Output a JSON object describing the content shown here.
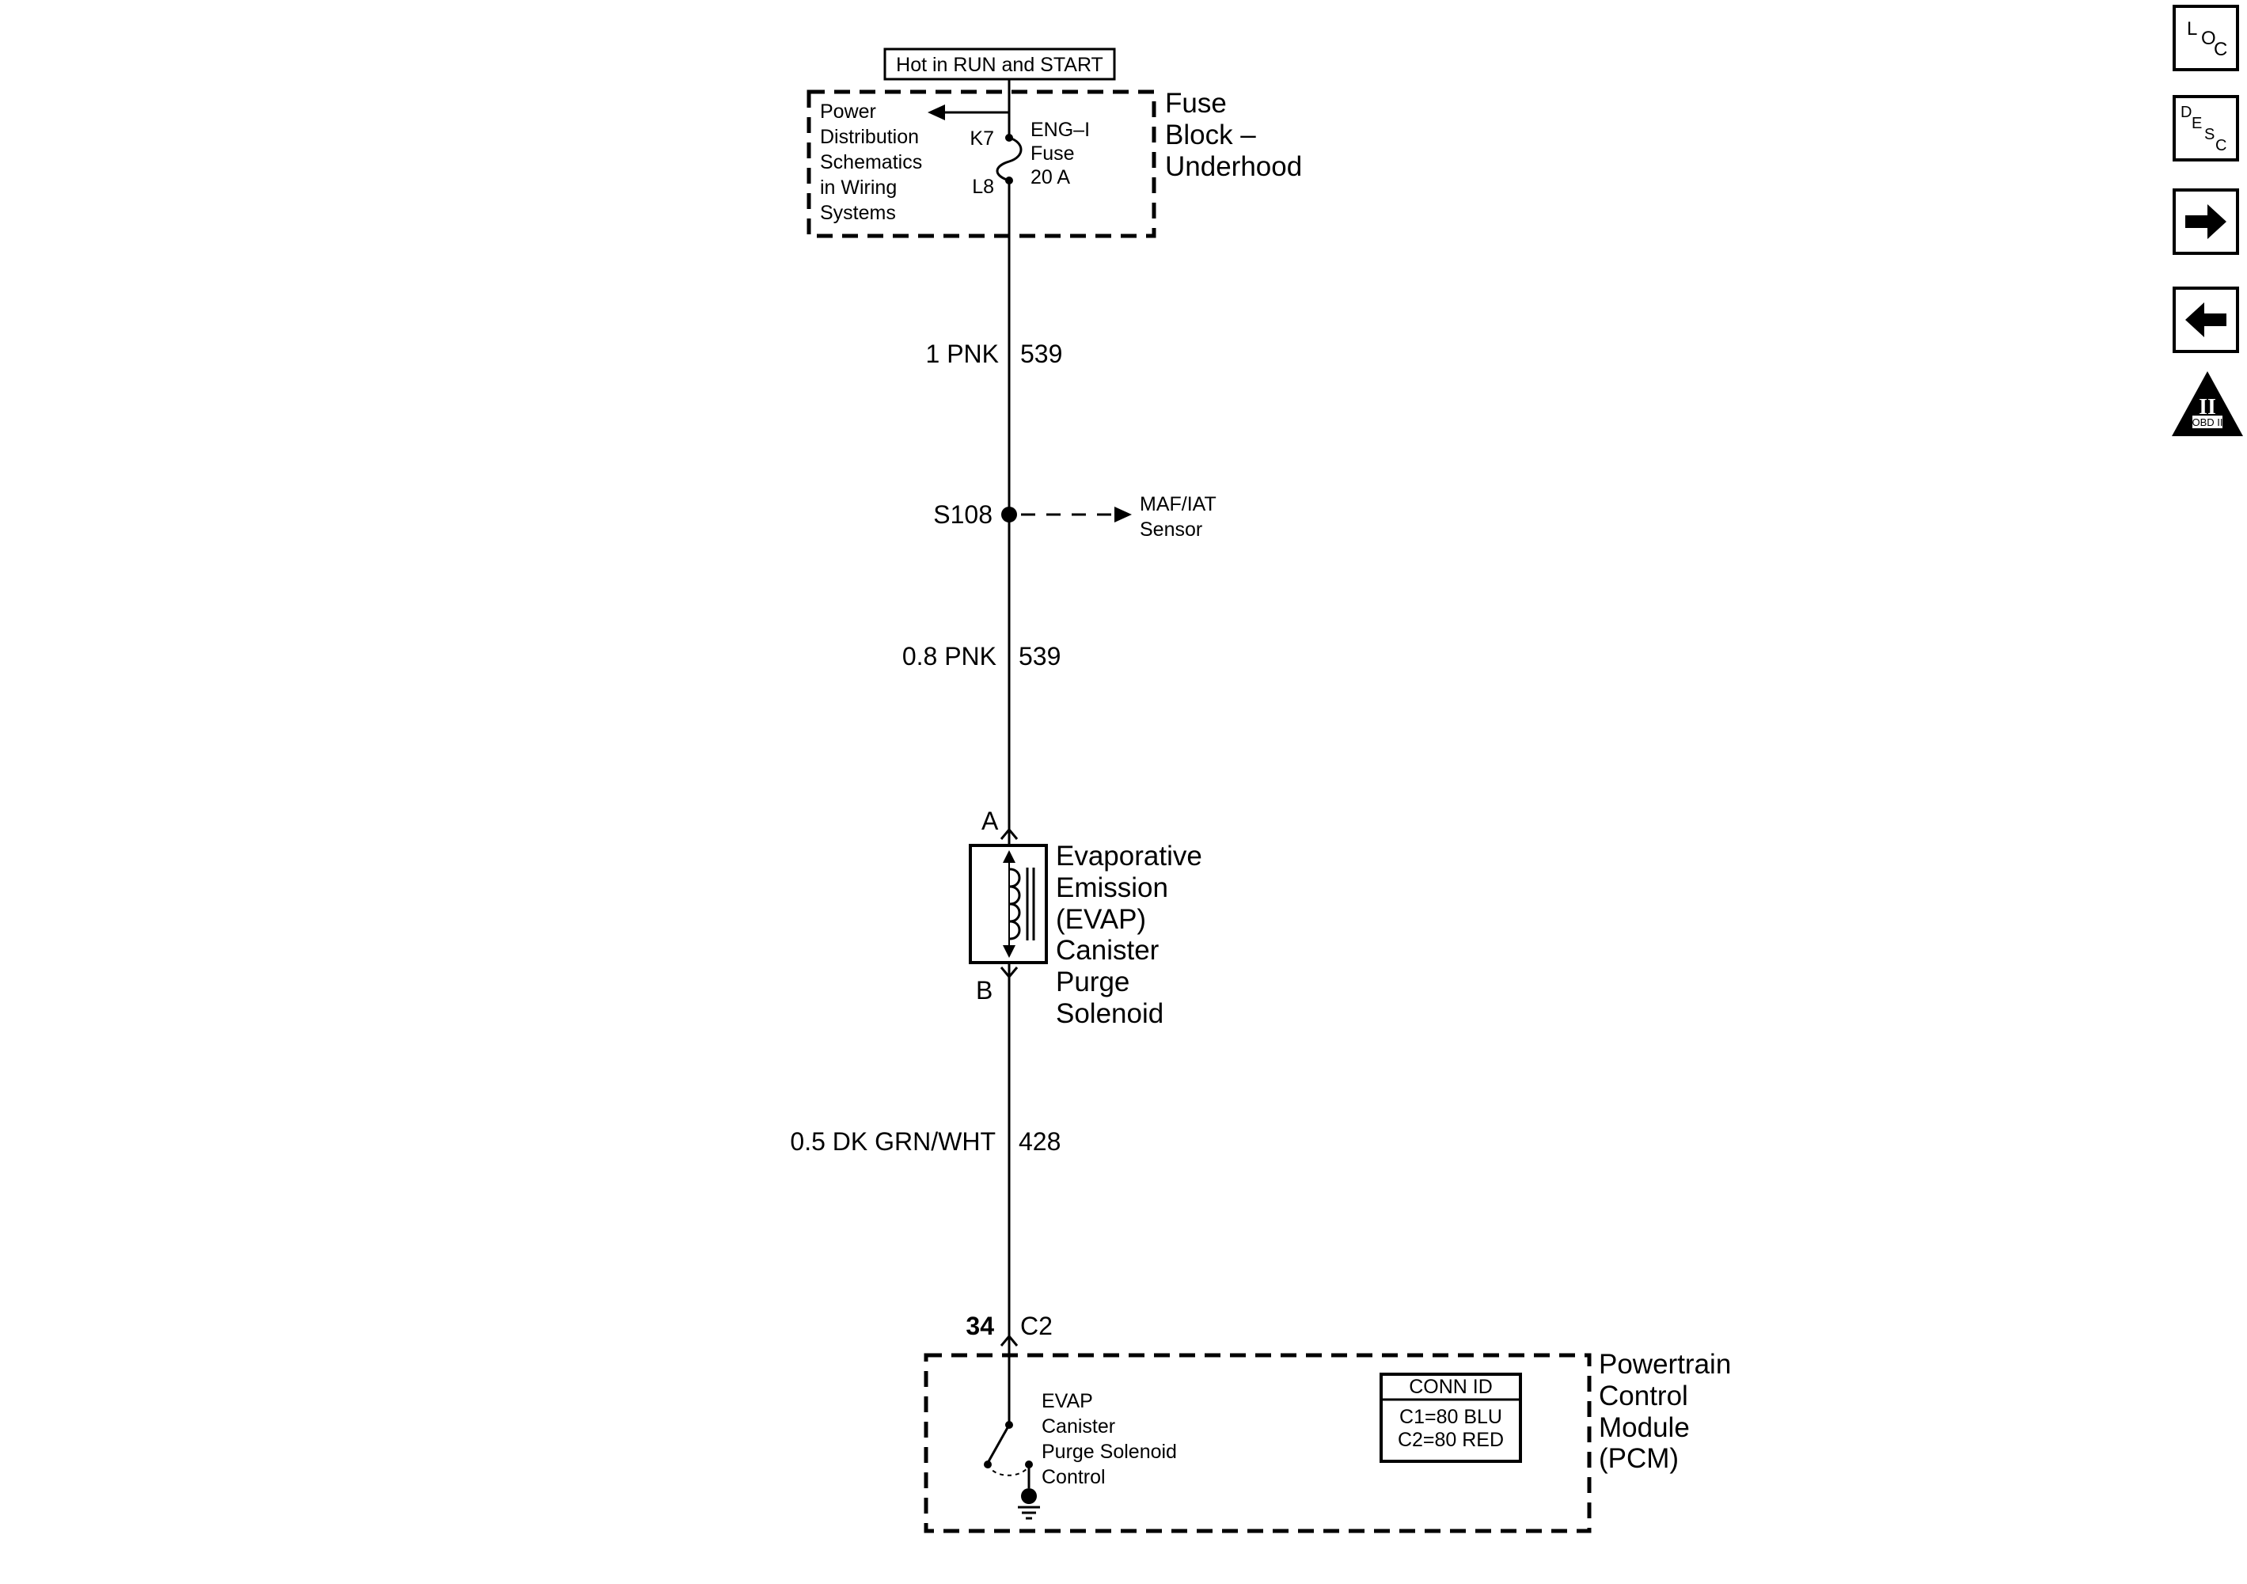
{
  "header_label": "Hot in RUN and START",
  "fuse_block": {
    "name_lines": [
      "Fuse",
      "Block –",
      "Underhood"
    ],
    "ref_lines": [
      "Power",
      "Distribution",
      "Schematics",
      "in Wiring",
      "Systems"
    ],
    "pin_in": "K7",
    "pin_out": "L8",
    "fuse_lines": [
      "ENG–I",
      "Fuse",
      "20 A"
    ]
  },
  "wires": [
    {
      "spec": "1 PNK",
      "circuit": "539"
    },
    {
      "spec": "0.8 PNK",
      "circuit": "539"
    },
    {
      "spec": "0.5 DK GRN/WHT",
      "circuit": "428"
    }
  ],
  "splice": {
    "id": "S108",
    "dest_lines": [
      "MAF/IAT",
      "Sensor"
    ]
  },
  "solenoid": {
    "pin_top": "A",
    "pin_bottom": "B",
    "name_lines": [
      "Evaporative",
      "Emission",
      "(EVAP)",
      "Canister",
      "Purge",
      "Solenoid"
    ]
  },
  "pcm_connector": {
    "pin": "34",
    "connector": "C2"
  },
  "pcm": {
    "name_lines": [
      "Powertrain",
      "Control",
      "Module",
      "(PCM)"
    ],
    "switch_lines": [
      "EVAP",
      "Canister",
      "Purge Solenoid",
      "Control"
    ],
    "conn_id": {
      "title": "CONN ID",
      "lines": [
        "C1=80 BLU",
        "C2=80 RED"
      ]
    }
  },
  "nav": {
    "loc": {
      "big": "L",
      "small1": "O",
      "small2": "C"
    },
    "desc": {
      "c1": "D",
      "c2": "E",
      "c3": "S",
      "c4": "C"
    },
    "next_icon": "right-arrow-icon",
    "prev_icon": "left-arrow-icon",
    "obd": {
      "symbol": "II",
      "label": "OBD II"
    }
  }
}
